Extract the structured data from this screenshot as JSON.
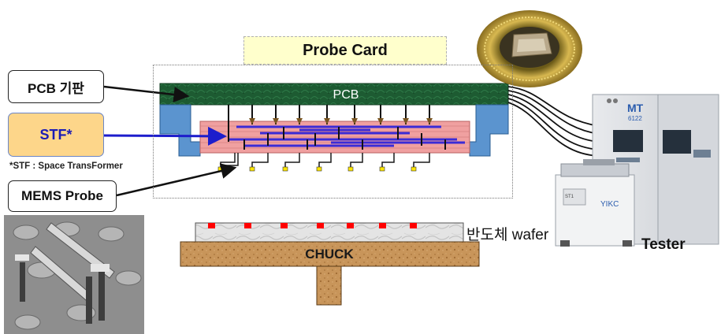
{
  "title": "Probe Card",
  "labels": {
    "pcb_callout": "PCB 기판",
    "stf_callout": "STF*",
    "stf_note": "*STF : Space TransFormer",
    "mems_callout": "MEMS Probe",
    "pcb_layer": "PCB",
    "wafer": "반도체 wafer",
    "chuck": "CHUCK",
    "tester": "Tester",
    "tester_brand": "MT",
    "tester_model": "6122",
    "handler_brand": "YIKC",
    "handler_model": "ST1"
  },
  "colors": {
    "pcb": "#1d5b32",
    "stf": "#f0a0a0",
    "clamp": "#5b94cf",
    "wiring": "#3b2bd6",
    "pad": "#ff0000",
    "chuck": "#c8955a",
    "title_bg": "#ffffcc",
    "stf_box": "#fdd68a",
    "stf_text": "#1b1bb5"
  }
}
